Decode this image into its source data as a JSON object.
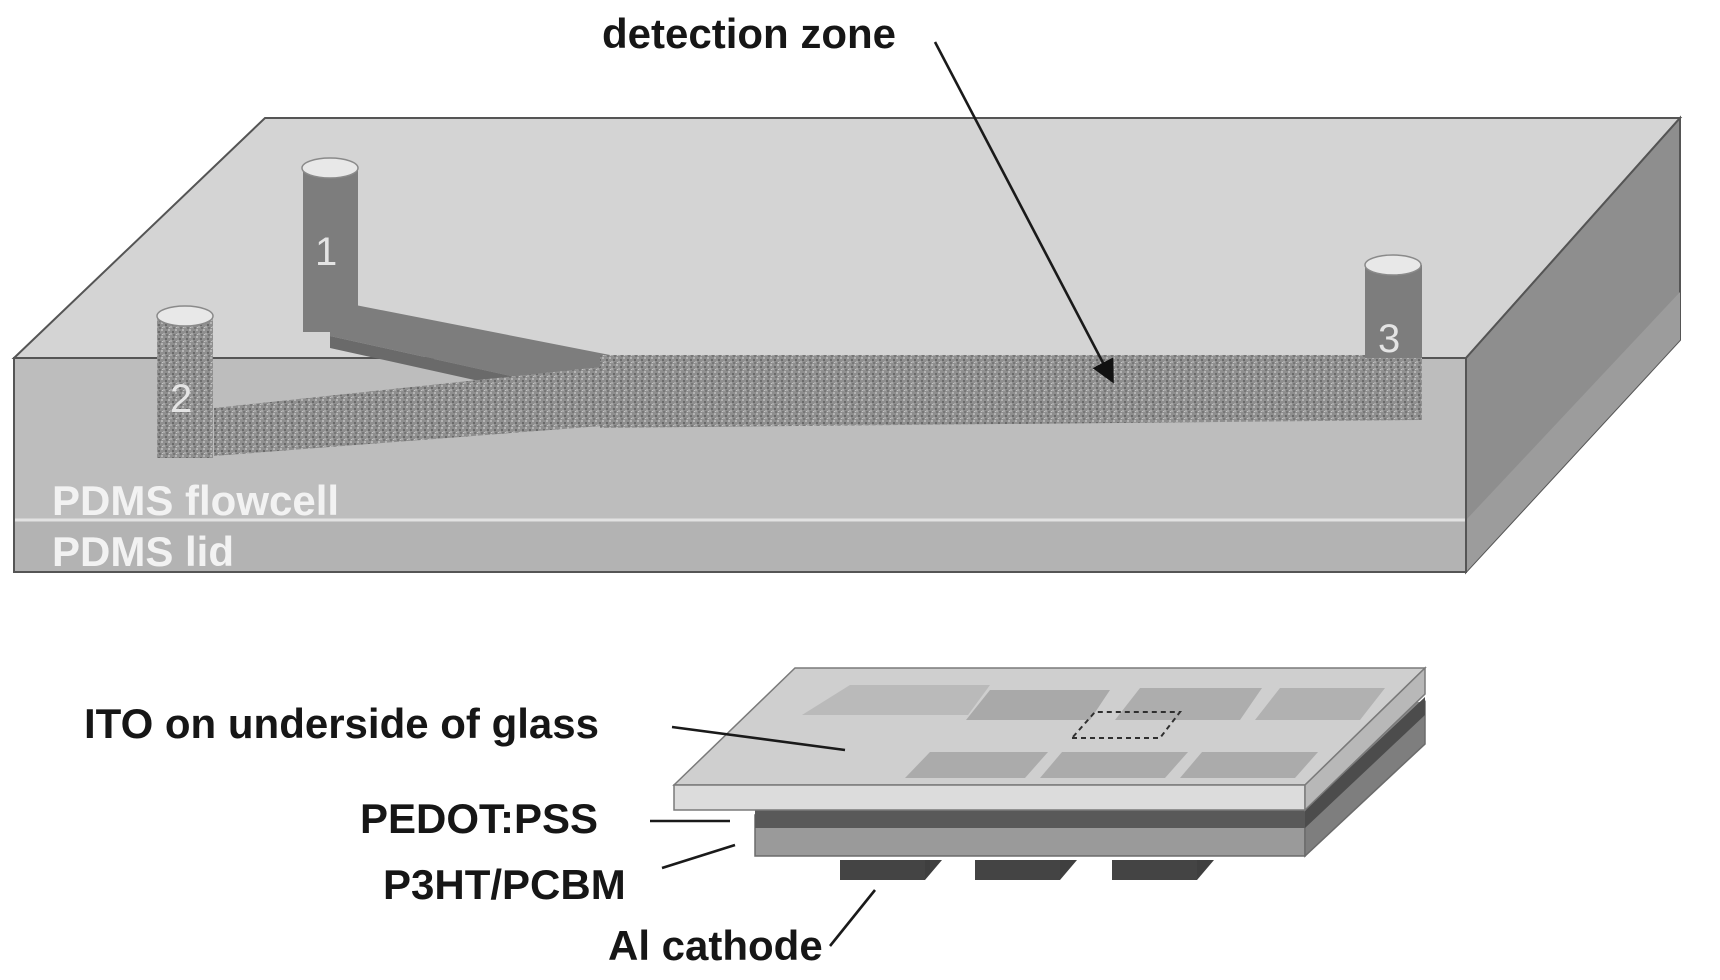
{
  "labels": {
    "detection_zone": "detection zone",
    "pdms_flowcell": "PDMS flowcell",
    "pdms_lid": "PDMS lid",
    "ito": "ITO on underside of glass",
    "pedot": "PEDOT:PSS",
    "p3ht": "P3HT/PCBM",
    "al_cathode": "Al cathode"
  },
  "ports": {
    "port_1": "1",
    "port_2": "2",
    "port_3": "3"
  },
  "colors": {
    "block_top": "#d4d4d4",
    "block_front": "#bdbdbd",
    "block_side": "#8e8e8e",
    "channel": "#7d7d7d",
    "glass": "#cfcfcf",
    "pedot_layer": "#595959",
    "p3ht_layer": "#9a9a9a",
    "cathode": "#3f3f3f"
  }
}
